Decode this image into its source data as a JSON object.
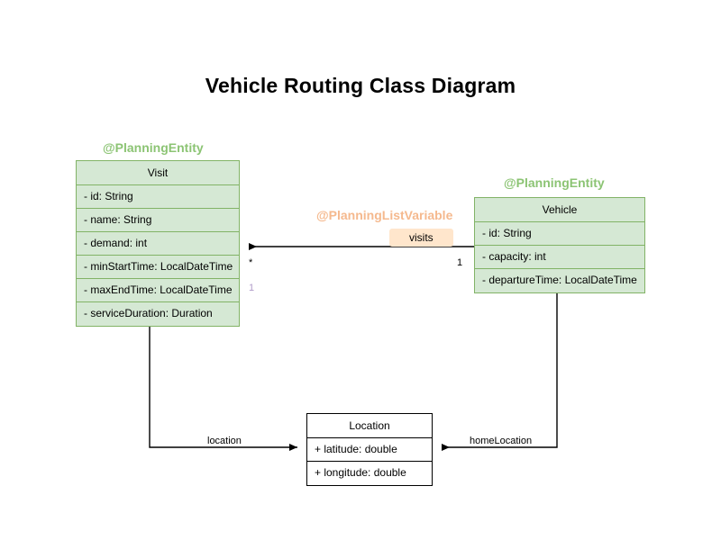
{
  "title": "Vehicle Routing Class Diagram",
  "colors": {
    "background": "#ffffff",
    "entity_fill": "#d5e8d4",
    "entity_border": "#82b366",
    "entity_stereotype_text": "#8cc474",
    "listvar_stereotype_text": "#f5b98e",
    "label_fill": "#ffe6cc",
    "plain_fill": "#ffffff",
    "plain_border": "#000000",
    "line": "#000000",
    "multiplicity_accent": "#b09cc9"
  },
  "classes": {
    "visit": {
      "stereotype": "@PlanningEntity",
      "name": "Visit",
      "attributes": [
        "- id: String",
        "- name: String",
        "- demand: int",
        "- minStartTime: LocalDateTime",
        "- maxEndTime: LocalDateTime",
        "- serviceDuration: Duration"
      ]
    },
    "vehicle": {
      "stereotype": "@PlanningEntity",
      "name": "Vehicle",
      "attributes": [
        "- id: String",
        "- capacity: int",
        "- departureTime: LocalDateTime"
      ]
    },
    "location": {
      "name": "Location",
      "attributes": [
        "+ latitude: double",
        "+ longitude: double"
      ]
    }
  },
  "relations": {
    "visits": {
      "stereotype": "@PlanningListVariable",
      "label": "visits",
      "source_multiplicity": "1",
      "target_multiplicity": "*",
      "accent_multiplicity": "1"
    },
    "visit_location": {
      "label": "location"
    },
    "vehicle_home_location": {
      "label": "homeLocation"
    }
  }
}
